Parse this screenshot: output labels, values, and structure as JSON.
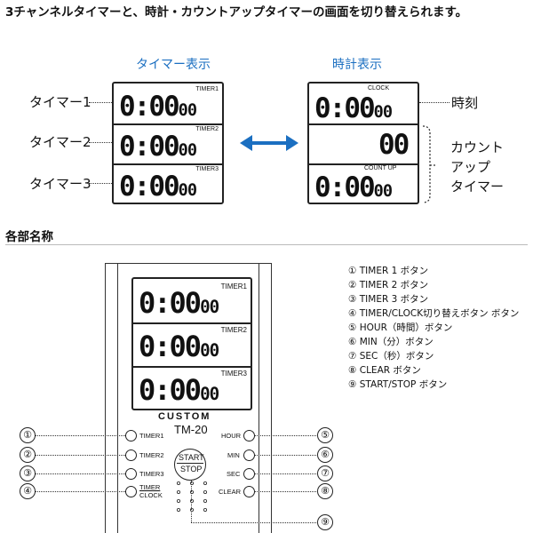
{
  "intro": "3チャンネルタイマーと、時計・カウントアップタイマーの画面を切り替えられます。",
  "left_panel": {
    "title": "タイマー表示",
    "rows": [
      {
        "label": "タイマー1",
        "digits": "0:00",
        "small": "00",
        "tag": "TIMER1"
      },
      {
        "label": "タイマー2",
        "digits": "0:00",
        "small": "00",
        "tag": "TIMER2"
      },
      {
        "label": "タイマー3",
        "digits": "0:00",
        "small": "00",
        "tag": "TIMER3"
      }
    ]
  },
  "right_panel": {
    "title": "時計表示",
    "rows": [
      {
        "digits": "0:00",
        "small": "00",
        "tag": "CLOCK"
      },
      {
        "digits": "00",
        "small": "",
        "tag": ""
      },
      {
        "digits": "0:00",
        "small": "00",
        "tag": "COUNT UP"
      }
    ],
    "clock_label": "時刻",
    "countup_label": [
      "カウント",
      "アップ",
      "タイマー"
    ]
  },
  "section_heading": "各部名称",
  "device": {
    "rows": [
      {
        "digits": "0:00",
        "small": "00",
        "tag": "TIMER1"
      },
      {
        "digits": "0:00",
        "small": "00",
        "tag": "TIMER2"
      },
      {
        "digits": "0:00",
        "small": "00",
        "tag": "TIMER3"
      }
    ],
    "brand": "CUSTOM",
    "model": "TM-20",
    "left_buttons": [
      "TIMER1",
      "TIMER2",
      "TIMER3"
    ],
    "timer_clock": [
      "TIMER",
      "CLOCK"
    ],
    "right_buttons": [
      "HOUR",
      "MIN",
      "SEC",
      "CLEAR"
    ],
    "start_stop": [
      "START",
      "STOP"
    ]
  },
  "callouts": {
    "left": [
      "①",
      "②",
      "③",
      "④"
    ],
    "right": [
      "⑤",
      "⑥",
      "⑦",
      "⑧"
    ],
    "bottom": "⑨"
  },
  "parts": [
    "① TIMER 1 ボタン",
    "② TIMER 2 ボタン",
    "③ TIMER 3 ボタン",
    "④ TIMER/CLOCK切り替えボタン ボタン",
    "⑤ HOUR（時間）ボタン",
    "⑥ MIN（分）ボタン",
    "⑦ SEC（秒）ボタン",
    "⑧ CLEAR ボタン",
    "⑨ START/STOP ボタン"
  ],
  "colors": {
    "accent": "#1b6fc1",
    "ink": "#111111"
  }
}
